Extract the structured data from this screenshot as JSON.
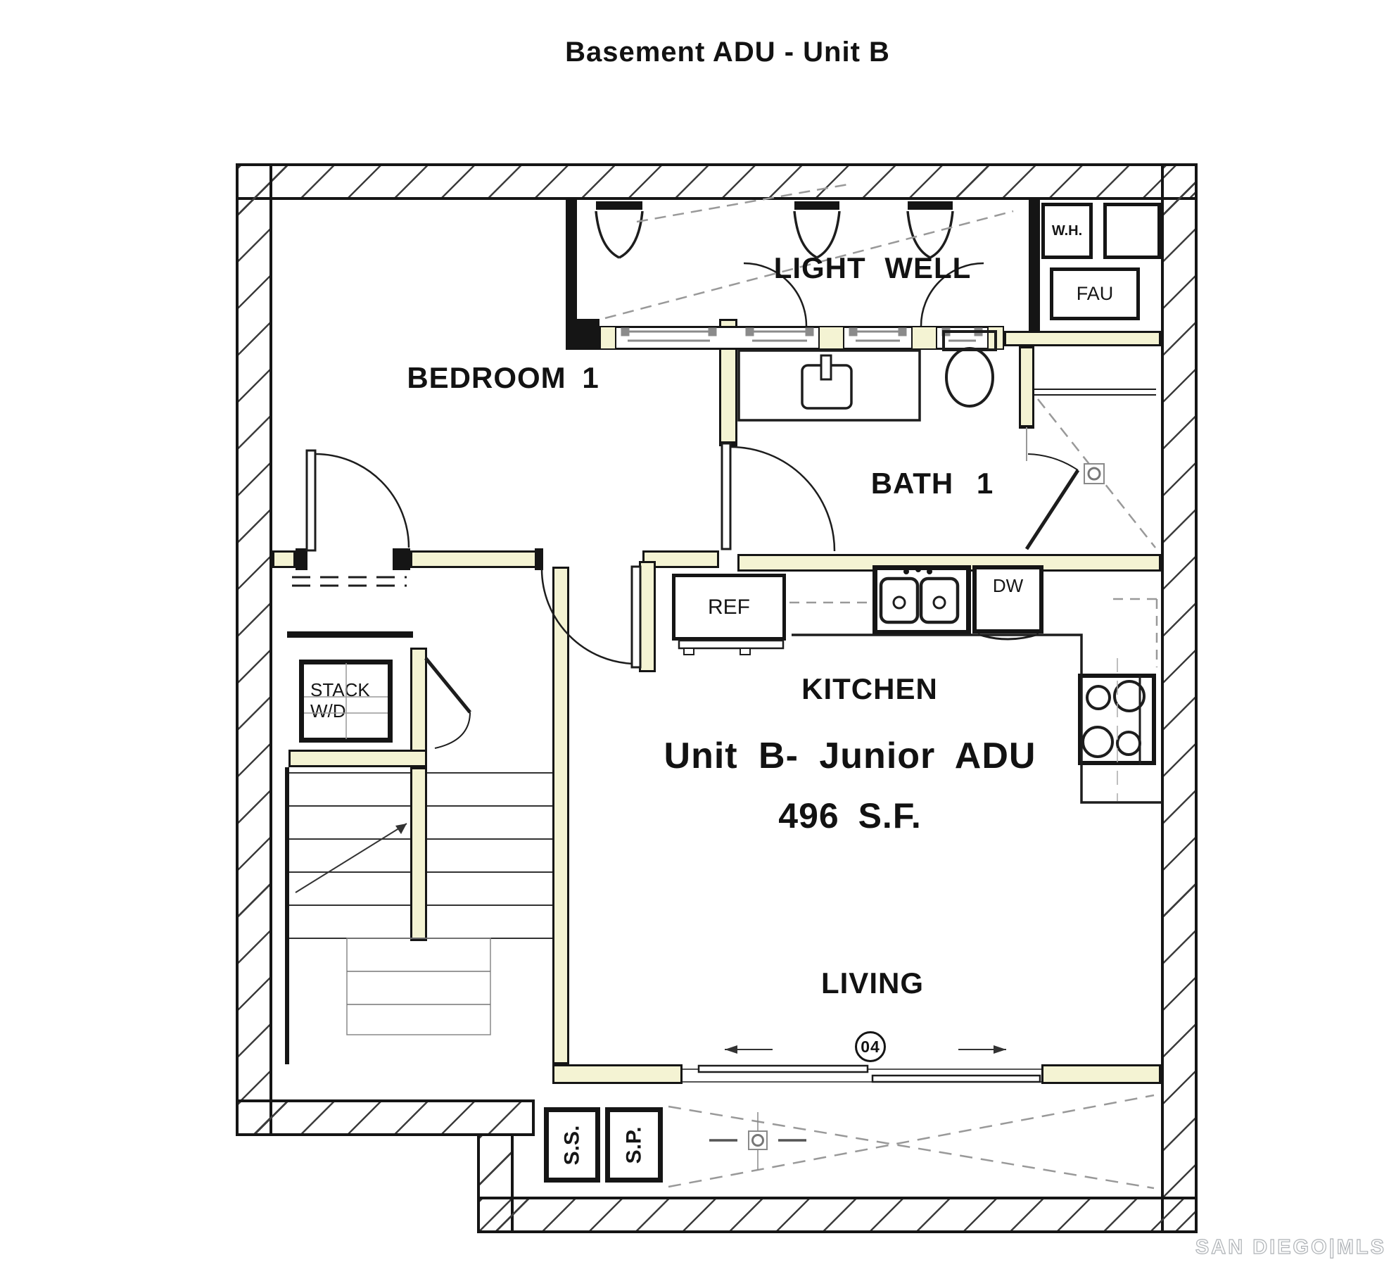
{
  "title": "Basement ADU - Unit B",
  "rooms": {
    "bedroom": "BEDROOM 1",
    "light_well": "LIGHT WELL",
    "bath": "BATH 1",
    "kitchen": "KITCHEN",
    "living": "LIVING"
  },
  "unit_label": {
    "line1": "Unit B- Junior ADU",
    "area": "496 S.F."
  },
  "fixtures": {
    "water_heater": "W.H.",
    "fau": "FAU",
    "refrigerator": "REF",
    "dishwasher": "DW",
    "washer_dryer_line1": "STACK",
    "washer_dryer_line2": "W/D",
    "ss": "S.S.",
    "sp": "S.P."
  },
  "markers": {
    "door_tag": "04"
  },
  "watermark": "SAN DIEGO|MLS",
  "colors": {
    "wall_fill": "#f4f3d3",
    "line": "#151515",
    "hatch": "#3c3c3c",
    "watermark_stroke": "#aeb2b6"
  }
}
